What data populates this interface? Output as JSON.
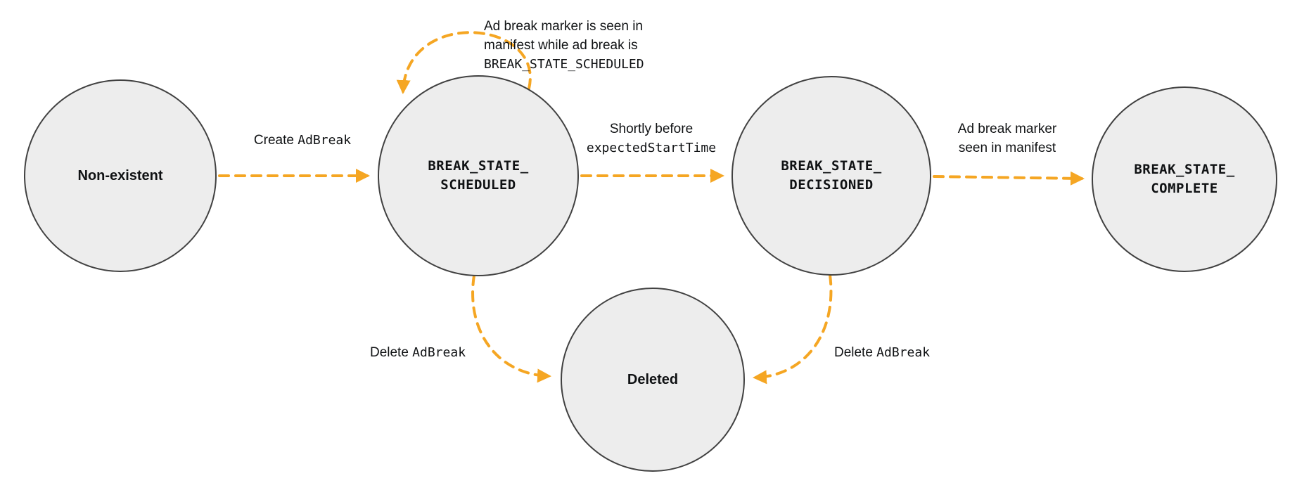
{
  "diagram": {
    "type": "state-diagram",
    "colors": {
      "arrow": "#F5A623",
      "node_fill": "#EDEDED",
      "node_border": "#414141",
      "text": "#101214",
      "background": "#FFFFFF"
    },
    "states": {
      "non_existent": {
        "label": "Non-existent"
      },
      "scheduled": {
        "line1": "BREAK_STATE_",
        "line2": "SCHEDULED"
      },
      "decisioned": {
        "line1": "BREAK_STATE_",
        "line2": "DECISIONED"
      },
      "complete": {
        "line1": "BREAK_STATE_",
        "line2": "COMPLETE"
      },
      "deleted": {
        "label": "Deleted"
      }
    },
    "transitions": {
      "create": {
        "text": "Create ",
        "code": "AdBreak"
      },
      "self_loop": {
        "line1": "Ad break marker is seen in",
        "line2": "manifest while ad break is",
        "line3_code": "BREAK_STATE_SCHEDULED"
      },
      "to_decisioned": {
        "line1": "Shortly before",
        "line2_code": "expectedStartTime"
      },
      "to_complete": {
        "line1": "Ad break marker",
        "line2": "seen in manifest"
      },
      "delete_from_scheduled": {
        "text": "Delete ",
        "code": "AdBreak"
      },
      "delete_from_decisioned": {
        "text": "Delete ",
        "code": "AdBreak"
      }
    }
  }
}
